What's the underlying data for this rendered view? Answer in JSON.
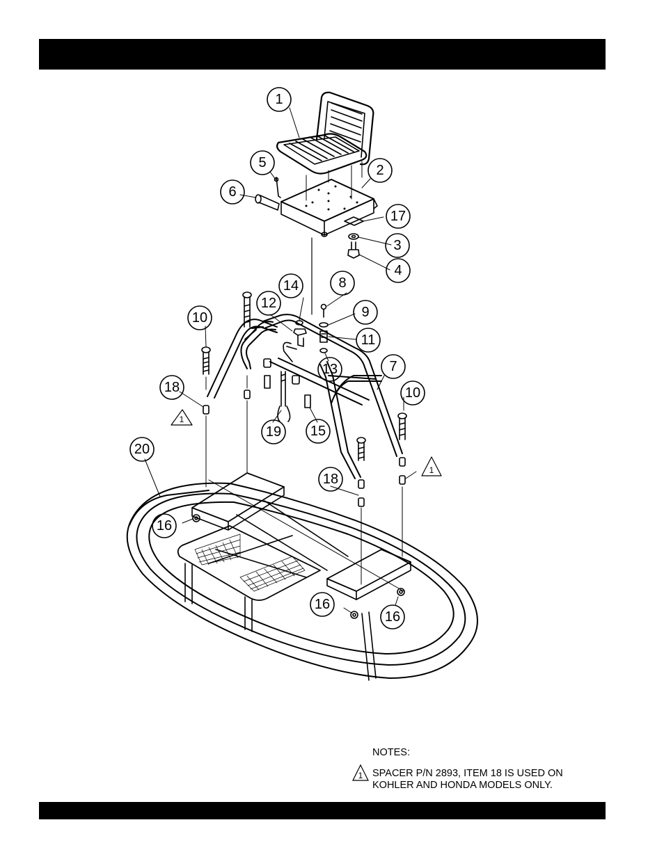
{
  "callouts": [
    {
      "id": "c1",
      "label": "1"
    },
    {
      "id": "c2",
      "label": "2"
    },
    {
      "id": "c3",
      "label": "3"
    },
    {
      "id": "c4",
      "label": "4"
    },
    {
      "id": "c5",
      "label": "5"
    },
    {
      "id": "c6",
      "label": "6"
    },
    {
      "id": "c7",
      "label": "7"
    },
    {
      "id": "c8",
      "label": "8"
    },
    {
      "id": "c9",
      "label": "9"
    },
    {
      "id": "c10a",
      "label": "10"
    },
    {
      "id": "c10b",
      "label": "10"
    },
    {
      "id": "c11",
      "label": "11"
    },
    {
      "id": "c12",
      "label": "12"
    },
    {
      "id": "c13",
      "label": "13"
    },
    {
      "id": "c14",
      "label": "14"
    },
    {
      "id": "c15",
      "label": "15"
    },
    {
      "id": "c16a",
      "label": "16"
    },
    {
      "id": "c16b",
      "label": "16"
    },
    {
      "id": "c16c",
      "label": "16"
    },
    {
      "id": "c17",
      "label": "17"
    },
    {
      "id": "c18a",
      "label": "18"
    },
    {
      "id": "c18b",
      "label": "18"
    },
    {
      "id": "c19",
      "label": "19"
    },
    {
      "id": "c20",
      "label": "20"
    }
  ],
  "note_flags": [
    {
      "id": "f1",
      "label": "1"
    },
    {
      "id": "f2",
      "label": "1"
    }
  ],
  "notes": {
    "title": "NOTES:",
    "flag_label": "1",
    "text_line1": "SPACER P/N 2893, ITEM 18 IS USED ON",
    "text_line2": "KOHLER AND HONDA MODELS ONLY."
  }
}
